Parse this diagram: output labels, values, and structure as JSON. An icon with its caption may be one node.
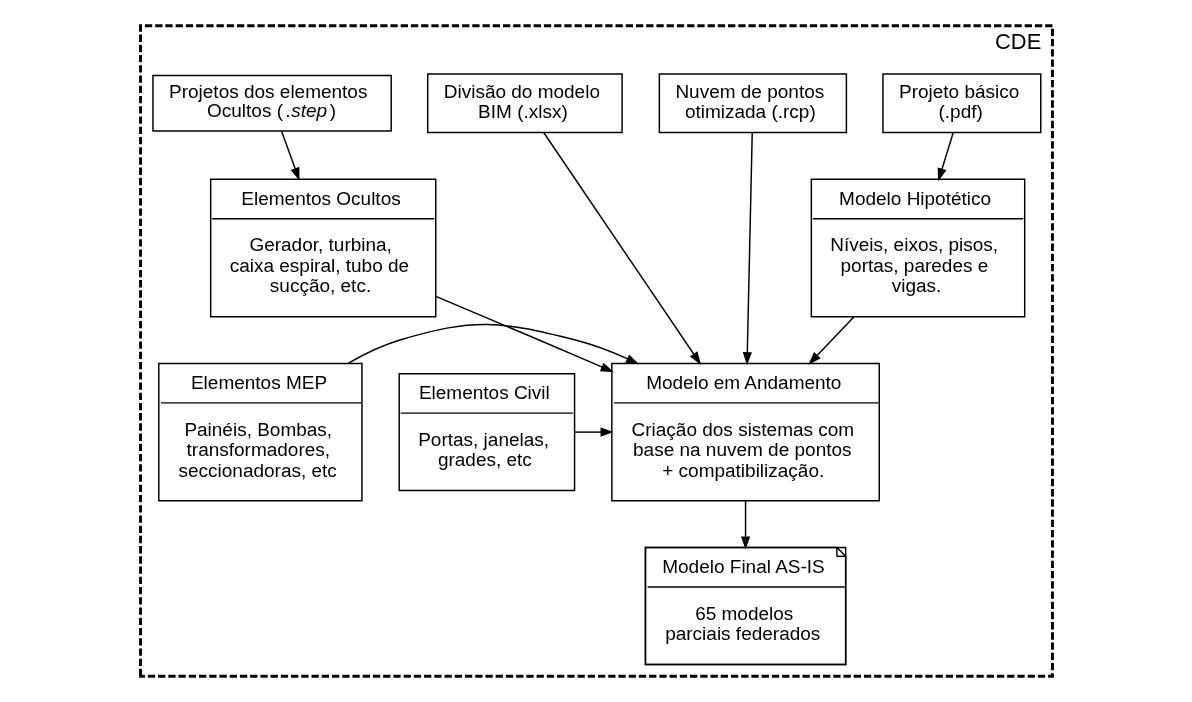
{
  "diagram": {
    "nodes": [
      {
        "text": [
          "CDE"
        ]
      },
      {
        "text": [
          "Projeto básico (.pdf)"
        ],
        "in": 0
      },
      {
        "text": [
          "Nuvem de pontos otimizada (.rcp)"
        ],
        "in": 0
      },
      {
        "text": [
          "Divisão do modelo BIM (.xlsx)"
        ],
        "in": 0
      },
      {
        "text": [
          "Projetos dos elementos Ocultos (*.step*)"
        ],
        "in": 0
      },
      {
        "text": [
          "Modelo Hipotético",
          "Níveis, eixos, pisos, portas, paredes e vigas."
        ],
        "in": 0
      },
      {
        "text": [
          "Elementos Civil",
          "Portas, janelas, grades, etc"
        ],
        "in": 0
      },
      {
        "text": [
          "Modelo em Andamento",
          "Criação dos sistemas com base na nuvem de pontos + compatibilização."
        ],
        "in": 0
      },
      {
        "text": [
          "Elementos Ocultos",
          "Gerador, turbina, caixa espiral, tubo de sucção, etc."
        ],
        "in": 0
      },
      {
        "text": [
          "Elementos MEP",
          "Painéis, Bombas, transformadores, seccionadoras, etc"
        ],
        "in": 0
      },
      {
        "text": [
          "Modelo Final AS-IS",
          "65 modelos parciais federados"
        ],
        "in": 0
      }
    ],
    "edges": [
      {
        "from": 1,
        "to": 5,
        "arrow": "to"
      },
      {
        "from": 4,
        "to": 8,
        "arrow": "to"
      },
      {
        "from": 2,
        "to": 7,
        "arrow": "to"
      },
      {
        "from": 3,
        "to": 7,
        "arrow": "to"
      },
      {
        "from": 5,
        "to": 7,
        "arrow": "to"
      },
      {
        "from": 6,
        "to": 7,
        "arrow": "to"
      },
      {
        "from": 8,
        "to": 7,
        "arrow": "to"
      },
      {
        "from": 9,
        "to": 7,
        "arrow": "to"
      },
      {
        "from": 7,
        "to": 10,
        "arrow": "to"
      }
    ]
  }
}
